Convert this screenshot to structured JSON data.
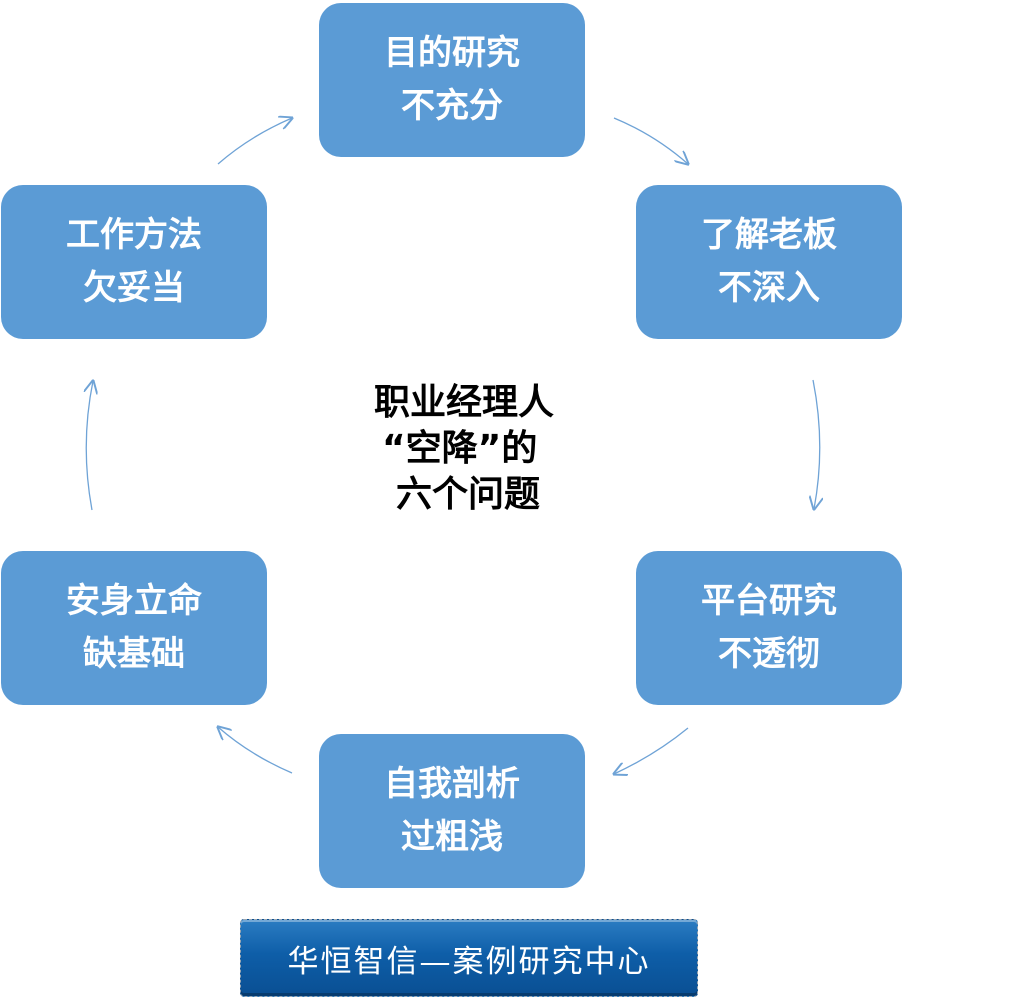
{
  "center": {
    "line1": "职业经理人",
    "line2": "“空降”的",
    "line3": "六个问题"
  },
  "nodes": {
    "top": {
      "line1": "目的研究",
      "line2": "不充分"
    },
    "right1": {
      "line1": "了解老板",
      "line2": "不深入"
    },
    "right2": {
      "line1": "平台研究",
      "line2": "不透彻"
    },
    "bottom": {
      "line1": "自我剖析",
      "line2": "过粗浅"
    },
    "left2": {
      "line1": "安身立命",
      "line2": "缺基础"
    },
    "left1": {
      "line1": "工作方法",
      "line2": "欠妥当"
    }
  },
  "footer": {
    "text": "华恒智信—案例研究中心"
  },
  "colors": {
    "node_fill": "#5b9bd5",
    "arrow": "#6fa3d6",
    "footer_bg": "#0e5ea8"
  }
}
